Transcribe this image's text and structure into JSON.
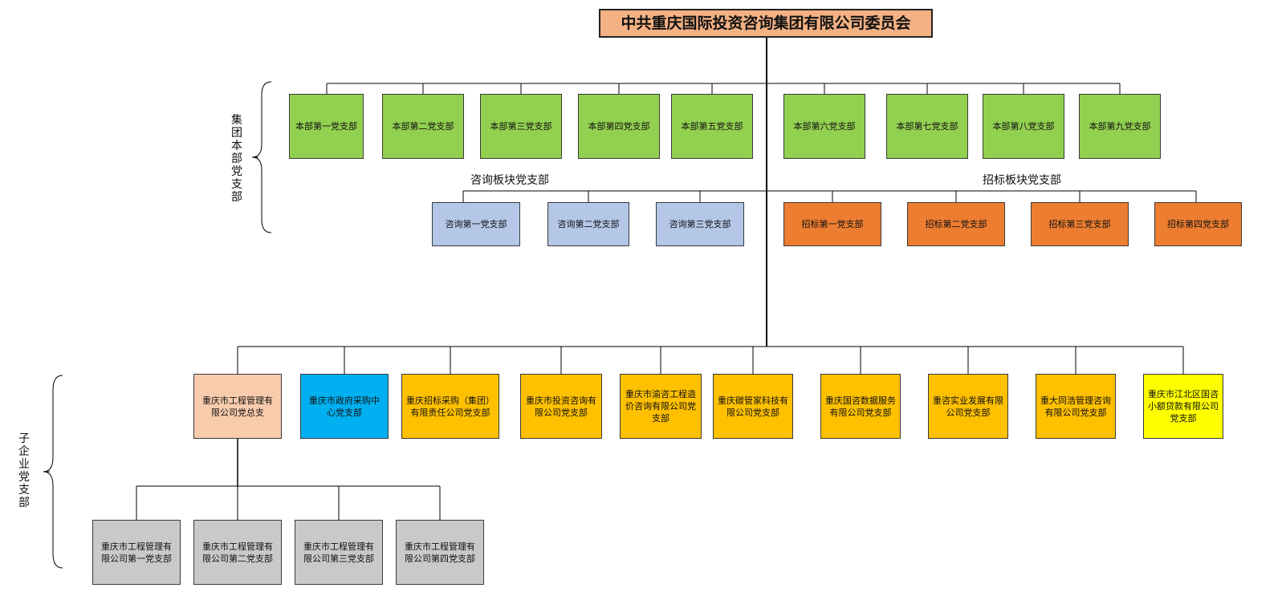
{
  "top": {
    "label": "中共重庆国际投资咨询集团有限公司委员会"
  },
  "side_labels": {
    "hq": "集团本部党支部",
    "sub": "子企业党支部"
  },
  "hq_branches": [
    "本部第一党支部",
    "本部第二党支部",
    "本部第三党支部",
    "本部第四党支部",
    "本部第五党支部",
    "本部第六党支部",
    "本部第七党支部",
    "本部第八党支部",
    "本部第九党支部"
  ],
  "consulting": {
    "title": "咨询板块党支部",
    "branches": [
      "咨询第一党支部",
      "咨询第二党支部",
      "咨询第三党支部"
    ]
  },
  "bidding": {
    "title": "招标板块党支部",
    "branches": [
      "招标第一党支部",
      "招标第二党支部",
      "招标第三党支部",
      "招标第四党支部"
    ]
  },
  "subsidiaries": [
    "重庆市工程管理有限公司党总支",
    "重庆市政府采购中心党支部",
    "重庆招标采购（集团）有限责任公司党支部",
    "重庆市投资咨询有限公司党支部",
    "重庆市渝咨工程造价咨询有限公司党支部",
    "重庆碳管家科技有限公司党支部",
    "重庆国咨数据服务有限公司党支部",
    "重咨实业发展有限公司党支部",
    "重大同浩管理咨询有限公司党支部",
    "重庆市江北区国咨小额贷款有限公司党支部"
  ],
  "engineering_branches": [
    "重庆市工程管理有限公司第一党支部",
    "重庆市工程管理有限公司第二党支部",
    "重庆市工程管理有限公司第三党支部",
    "重庆市工程管理有限公司第四党支部"
  ],
  "colors": {
    "top": "#f4b183",
    "hq": "#92d050",
    "consulting": "#b4c7e7",
    "bidding": "#ed7d31",
    "sub_engineering": "#f8cbad",
    "sub_procurement": "#00b0f0",
    "sub_default": "#ffc000",
    "sub_loan": "#ffff00",
    "engineering_children": "#c9c9c9"
  }
}
